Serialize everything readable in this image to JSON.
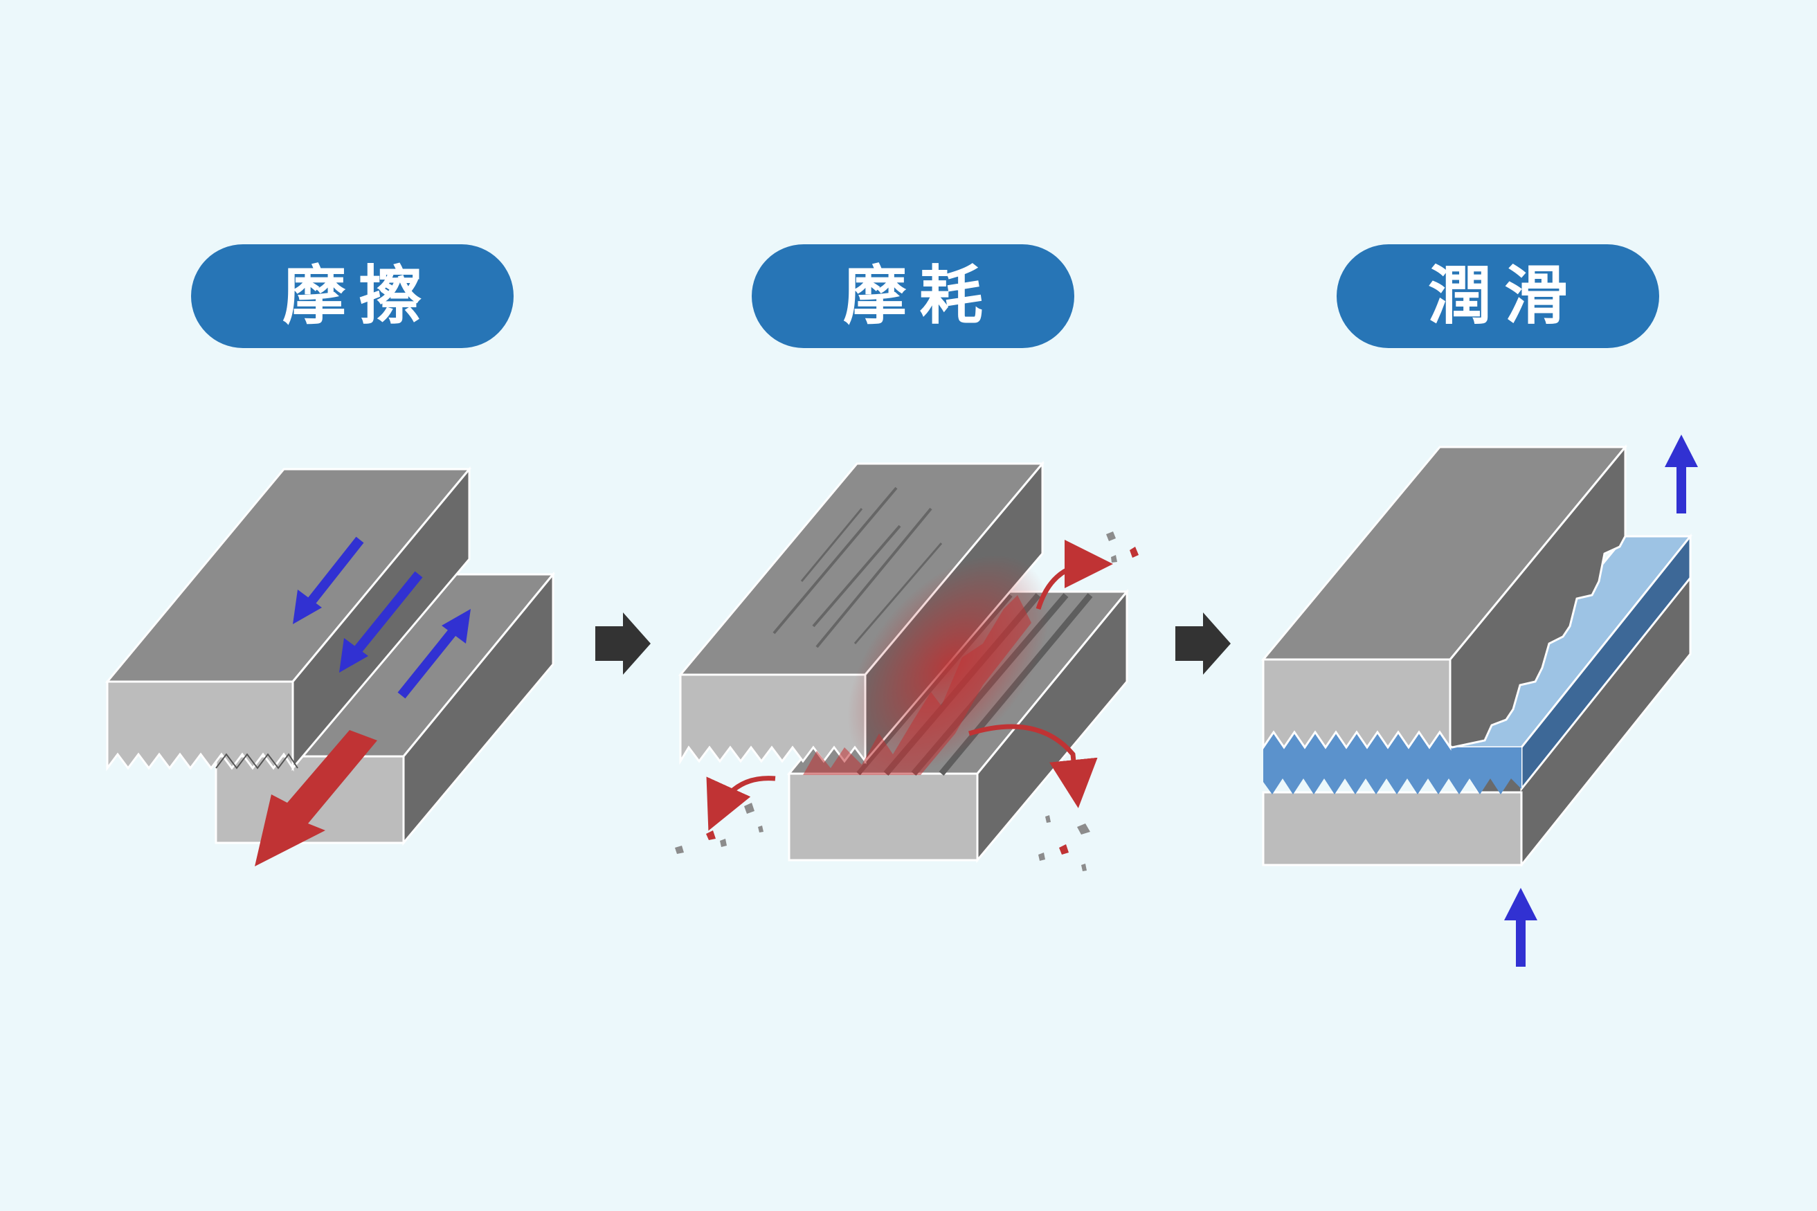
{
  "steps": [
    {
      "label": "摩擦"
    },
    {
      "label": "摩耗"
    },
    {
      "label": "潤滑"
    }
  ],
  "colors": {
    "background": "#ecf8fb",
    "pill": "#2775b6",
    "block_top": "#8c8c8c",
    "block_side": "#6a6a6a",
    "block_front": "#bcbcbc",
    "arrow_blue": "#3131d2",
    "arrow_red": "#c03334",
    "lubricant_light": "#9dc3e4",
    "lubricant_mid": "#5b92cc",
    "lubricant_dark": "#3d6897",
    "step_arrow": "#333333"
  },
  "icons": [
    "motion-arrow-icon",
    "force-arrow-icon",
    "next-step-arrow-icon",
    "debris-icon",
    "lift-arrow-icon"
  ]
}
